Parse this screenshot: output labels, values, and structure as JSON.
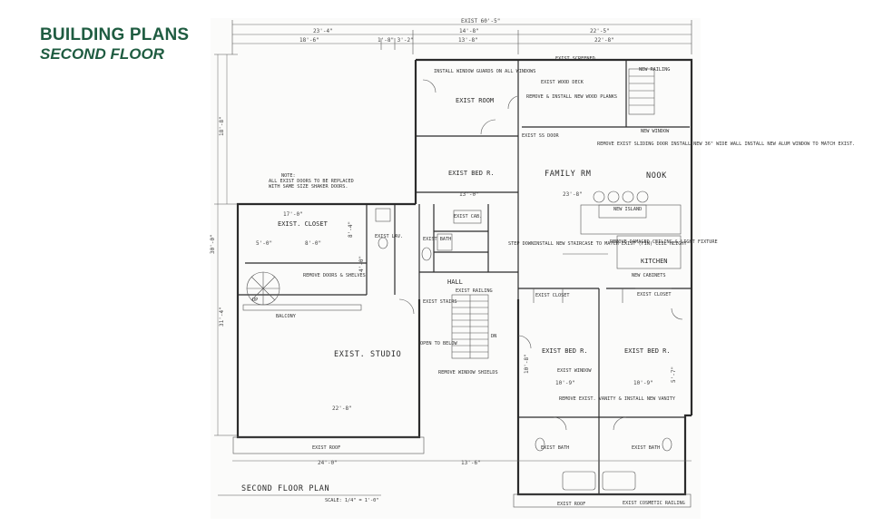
{
  "header": {
    "title": "BUILDING PLANS",
    "subtitle": "SECOND FLOOR"
  },
  "plan": {
    "title": "SECOND FLOOR PLAN",
    "scale": "SCALE: 1/4\" = 1'-0\"",
    "note": [
      "NOTE:",
      "ALL EXIST DOORS TO BE REPLACED",
      "WITH SAME SIZE SHAKER DOORS."
    ],
    "rooms": {
      "exist_room": "EXIST ROOM",
      "exist_bed_upper": "EXIST BED R.",
      "family_rm": "FAMILY RM",
      "nook": "NOOK",
      "exist_closet": "EXIST. CLOSET",
      "exist_lav": "EXIST LAV.",
      "exist_bath_center": "EXIST BATH",
      "kitchen": "KITCHEN",
      "hall": "HALL",
      "exist_studio": "EXIST. STUDIO",
      "balcony": "BALCONY",
      "exist_bed_left": "EXIST BED R.",
      "exist_bed_right": "EXIST BED R.",
      "exist_bath_left": "EXIST BATH",
      "exist_bath_right": "EXIST BATH",
      "exist_wood_deck": "EXIST WOOD DECK",
      "exist_closet_small": "EXIST CLOSET",
      "exist_closet_right": "EXIST CLOSET"
    },
    "notes": {
      "install_window": "INSTALL WINDOW GUARDS ON ALL WINDOWS",
      "exist_screened": "EXIST SCREENED",
      "new_railing": "NEW RAILING",
      "remove_install": "REMOVE & INSTALL NEW WOOD PLANKS",
      "remove_exist_sliding": "REMOVE EXIST SLIDING DOOR INSTALL NEW 36\" WIDE WALL INSTALL NEW ALUM WINDOW TO MATCH EXIST.",
      "new_window": "NEW WINDOW",
      "new_cabinets": "NEW CABINETS",
      "new_island": "NEW ISLAND",
      "install_new_stair": "INSTALL NEW STAIRCASE TO MATCH EXIST (FIN) CEIL HEIGHT",
      "remove_damaged": "REMOVE DAMAGED CEILING & LIGHT FIXTURE",
      "remove_doors": "REMOVE DOORS & SHELVES",
      "exist_railing": "EXIST RAILING",
      "down": "DN",
      "remove_window_shields": "REMOVE WINDOW SHIELDS",
      "remove_vanity": "REMOVE EXIST. VANITY & INSTALL NEW VANITY",
      "exist_roof_left": "EXIST ROOF",
      "exist_roof_right": "EXIST ROOF",
      "exist_cosmetic": "EXIST COSMETIC RAILING",
      "exist_ss_door": "EXIST SS DOOR",
      "exist_window": "EXIST WINDOW",
      "up": "UP",
      "open_to_below": "OPEN TO BELOW",
      "exist_stairs": "EXIST STAIRS",
      "step_down": "STEP DOWN",
      "exist_cabinet": "EXIST CAB."
    },
    "dimensions": {
      "top_total": "EXIST 60'-5\"",
      "top_a": "23'-4\"",
      "top_b": "14'-8\"",
      "top_c": "22'-5\"",
      "row2_a": "18'-6\"",
      "row2_b": "1'-8\" 3'-2\"",
      "row2_c": "13'-8\"",
      "row2_d": "22'-8\"",
      "left_v1": "18'-8\"",
      "left_v2": "30'-0\"",
      "left_v3": "31'-4\"",
      "bottom_a": "24'-0\"",
      "bottom_b": "13'-6\"",
      "bed_w": "13'-0\"",
      "fam_w": "23'-8\"",
      "closet_w": "17'-0\"",
      "closet_a": "5'-0\"",
      "closet_b": "8'-0\"",
      "studio_w": "22'-8\"",
      "bed_left_w": "10'-9\"",
      "bed_right_w": "10'-9\"",
      "side_a": "8'-4\"",
      "side_b": "4'-0\"",
      "side_c": "10'-8\"",
      "side_d": "5'-7\""
    }
  }
}
